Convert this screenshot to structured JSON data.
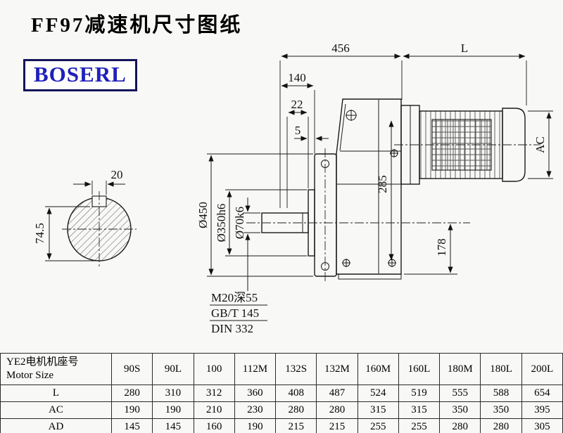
{
  "page": {
    "title": "FF97减速机尺寸图纸",
    "logo": "BOSERL"
  },
  "drawing": {
    "dims": {
      "d456": "456",
      "dL": "L",
      "d140": "140",
      "d22": "22",
      "d5": "5",
      "dAC": "AC",
      "d285": "285",
      "d178": "178",
      "dia450": "Ø450",
      "dia350": "Ø350h6",
      "dia70": "Ø70k6",
      "d20": "20",
      "d745": "74.5"
    },
    "notes": [
      "M20深55",
      "GB/T 145",
      "DIN 332"
    ]
  },
  "table": {
    "header_cn": "YE2电机机座号",
    "header_en": "Motor Size",
    "columns": [
      "90S",
      "90L",
      "100",
      "112M",
      "132S",
      "132M",
      "160M",
      "160L",
      "180M",
      "180L",
      "200L"
    ],
    "rows": [
      {
        "label": "L",
        "values": [
          280,
          310,
          312,
          360,
          408,
          487,
          524,
          519,
          555,
          588,
          654
        ]
      },
      {
        "label": "AC",
        "values": [
          190,
          190,
          210,
          230,
          280,
          280,
          315,
          315,
          350,
          350,
          395
        ]
      },
      {
        "label": "AD",
        "values": [
          145,
          145,
          160,
          190,
          215,
          215,
          255,
          255,
          280,
          280,
          305
        ]
      }
    ]
  }
}
